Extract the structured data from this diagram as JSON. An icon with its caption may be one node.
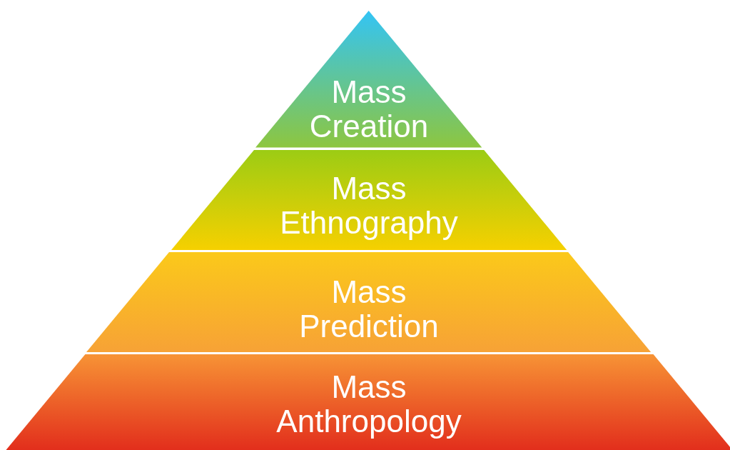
{
  "diagram": {
    "nodes": [
      {
        "text": [
          "Mass Creation"
        ]
      },
      {
        "text": [
          "Mass Ethnography"
        ]
      },
      {
        "text": [
          "Mass Prediction"
        ]
      },
      {
        "text": [
          "Mass Anthropology"
        ]
      }
    ]
  }
}
